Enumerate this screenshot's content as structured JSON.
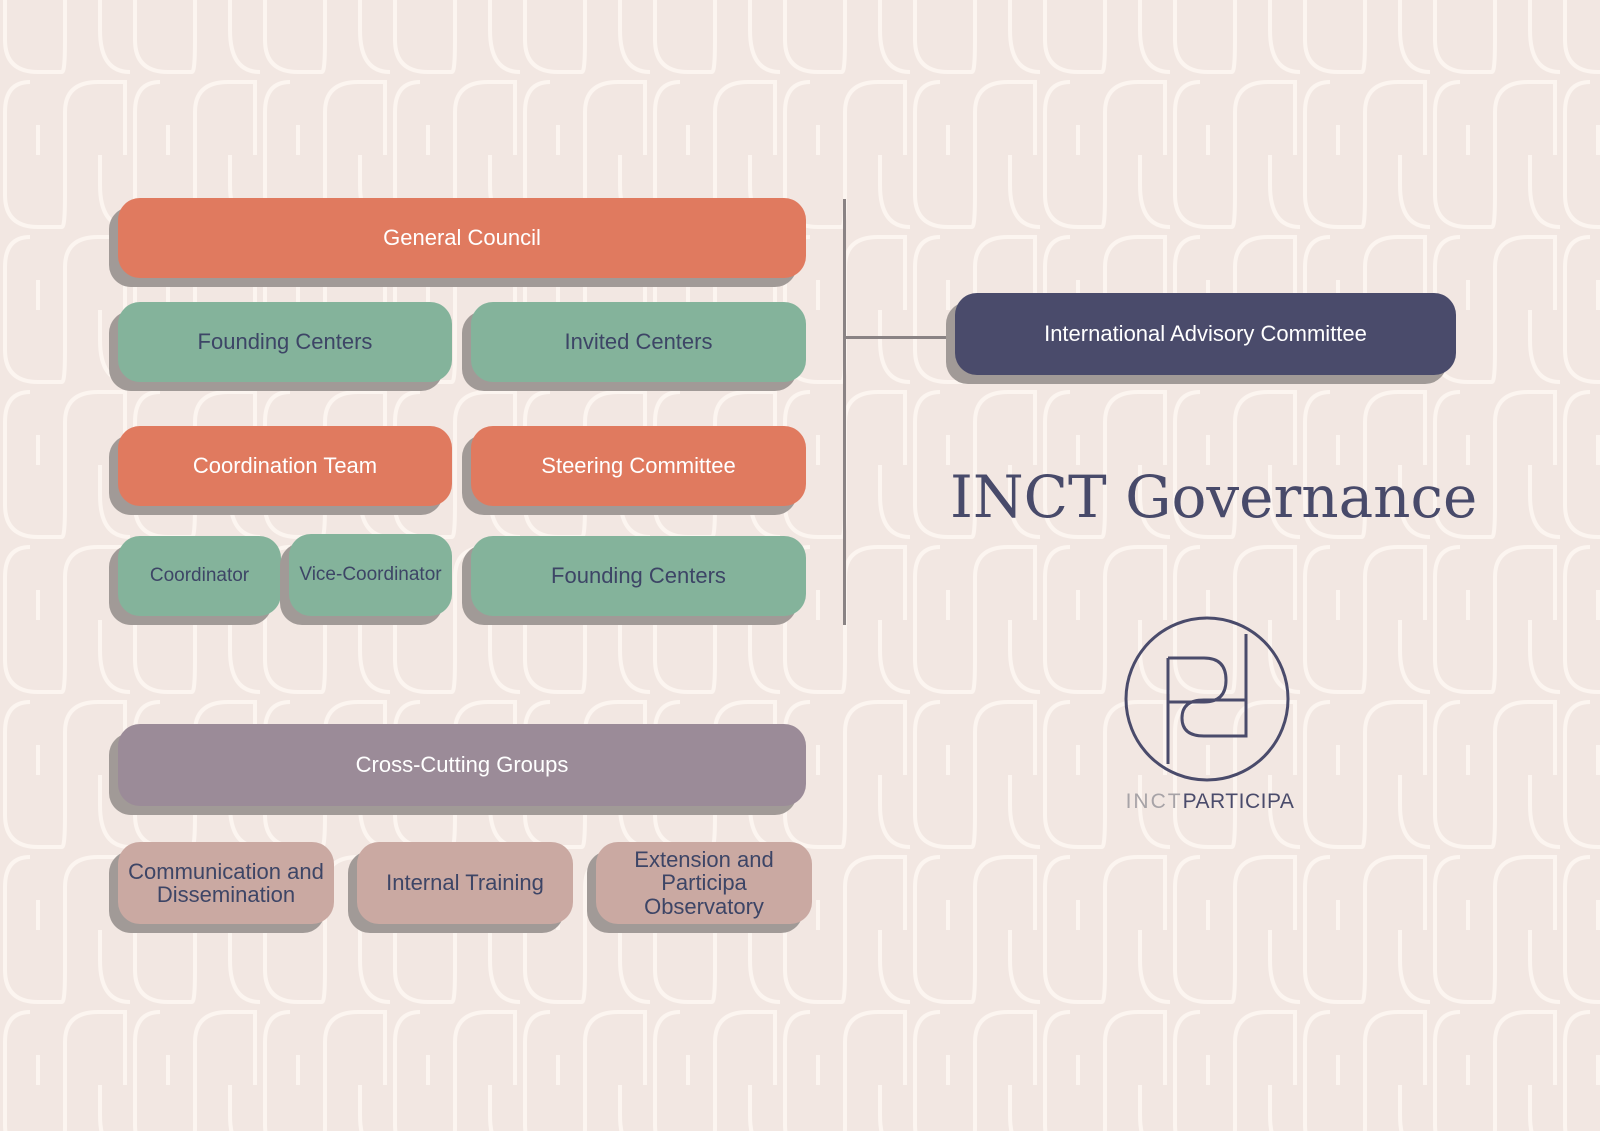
{
  "title": "INCT Governance",
  "colors": {
    "background": "#f2e7e2",
    "orange": "#e07a5f",
    "green": "#84b39b",
    "purple": "#9b8b98",
    "pink": "#caa9a2",
    "navy": "#4a4b6b",
    "text_dark": "#3d4566",
    "connector": "#8a8384"
  },
  "boxes": {
    "general_council": "General Council",
    "founding_centers_top": "Founding Centers",
    "invited_centers": "Invited Centers",
    "coordination_team": "Coordination Team",
    "steering_committee": "Steering Committee",
    "coordinator": "Coordinator",
    "vice_coordinator": "Vice-Coordinator",
    "founding_centers_bottom": "Founding Centers",
    "cross_cutting_groups": "Cross-Cutting Groups",
    "communication_dissemination": "Communication and Dissemination",
    "internal_training": "Internal Training",
    "extension_observatory": "Extension and Participa Observatory",
    "international_advisory_committee": "International Advisory Committee"
  },
  "logo": {
    "icon": "participa-logo-icon",
    "word1": "INCT",
    "word2": "PARTICIPA"
  }
}
